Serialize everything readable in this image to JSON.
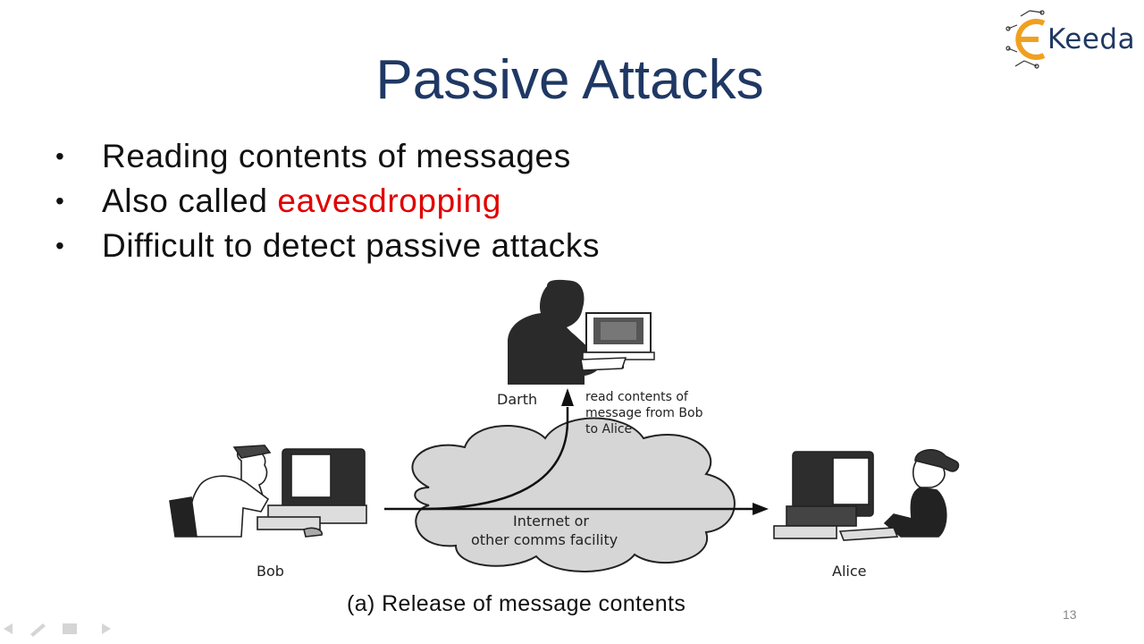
{
  "logo": {
    "text": "Keeda",
    "icon": "e-letter-circuit-icon"
  },
  "title": "Passive Attacks",
  "bullets": [
    {
      "text": "Reading contents of messages",
      "highlight": ""
    },
    {
      "text": "Also called ",
      "highlight": "eavesdropping"
    },
    {
      "text": "Difficult to detect passive attacks",
      "highlight": ""
    }
  ],
  "diagram": {
    "darth_label": "Darth",
    "note_line1": "read contents of",
    "note_line2": "message from Bob",
    "note_line3": "to Alice",
    "bob_label": "Bob",
    "alice_label": "Alice",
    "cloud_line1": "Internet or",
    "cloud_line2": "other comms facility",
    "caption": "(a) Release of message contents"
  },
  "page_number": "13",
  "colors": {
    "title": "#1f3864",
    "highlight": "#e00000",
    "logo_orange": "#f0a020"
  }
}
